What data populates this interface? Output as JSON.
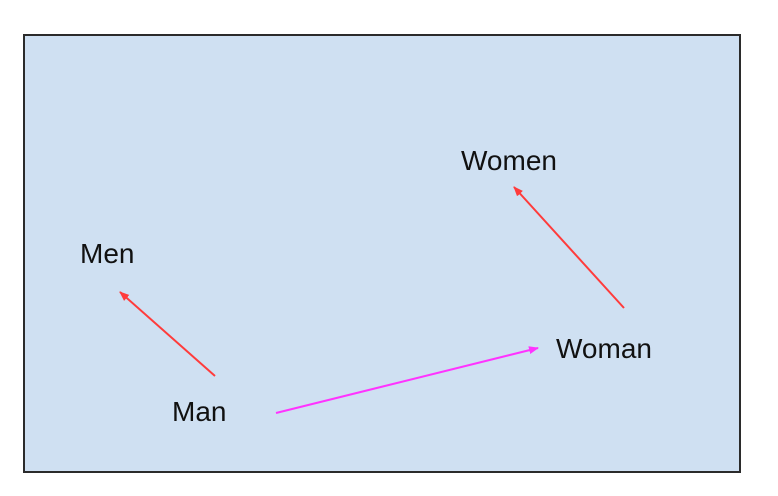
{
  "diagram": {
    "labels": {
      "men": "Men",
      "man": "Man",
      "women": "Women",
      "woman": "Woman"
    },
    "colors": {
      "background": "#cfe0f2",
      "border": "#2b2b2b",
      "plural_arrow": "#ff3b3b",
      "gender_arrow": "#ff33ff",
      "text": "#111111"
    }
  }
}
